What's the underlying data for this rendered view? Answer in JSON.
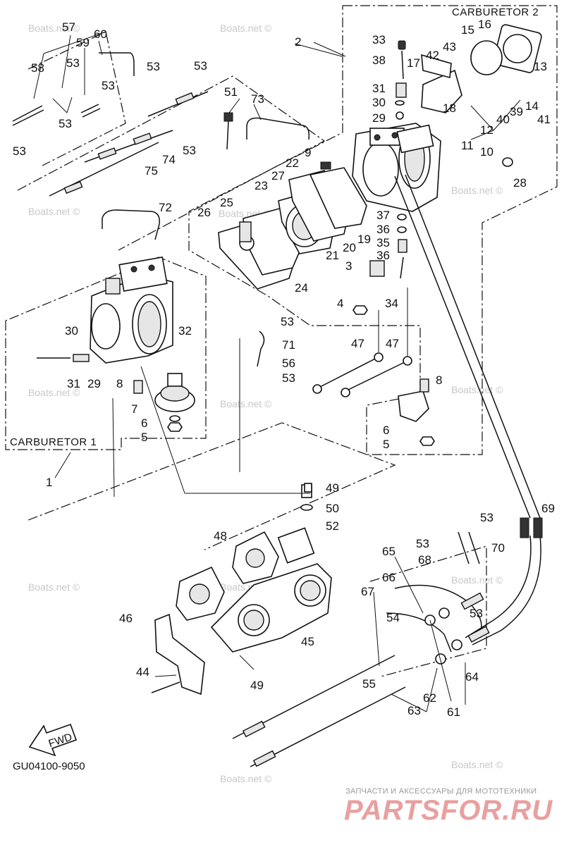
{
  "groups": [
    {
      "ref": "1",
      "label": "CARBURETOR 1"
    },
    {
      "ref": "2",
      "label": "CARBURETOR 2"
    }
  ],
  "callouts": [
    "1",
    "2",
    "3",
    "4",
    "5",
    "5",
    "6",
    "6",
    "7",
    "8",
    "8",
    "9",
    "10",
    "11",
    "12",
    "13",
    "14",
    "15",
    "16",
    "17",
    "18",
    "19",
    "20",
    "21",
    "22",
    "23",
    "24",
    "25",
    "26",
    "27",
    "28",
    "29",
    "29",
    "30",
    "30",
    "31",
    "31",
    "32",
    "33",
    "34",
    "35",
    "36",
    "36",
    "37",
    "38",
    "39",
    "40",
    "41",
    "42",
    "43",
    "44",
    "45",
    "46",
    "47",
    "47",
    "48",
    "49",
    "49",
    "50",
    "51",
    "52",
    "53",
    "53",
    "53",
    "53",
    "53",
    "53",
    "53",
    "53",
    "53",
    "53",
    "53",
    "53",
    "54",
    "55",
    "56",
    "57",
    "58",
    "59",
    "60",
    "61",
    "62",
    "63",
    "64",
    "65",
    "66",
    "67",
    "68",
    "69",
    "70",
    "71",
    "72",
    "73",
    "74",
    "75"
  ],
  "diagram_code": "GU04100-9050",
  "fwd_label": "FWD",
  "watermark": "Boats.net ©",
  "shop": {
    "tagline": "ЗАПЧАСТИ И АКСЕССУАРЫ ДЛЯ МОТОТЕХНИКИ",
    "name": "PARTSFOR.RU"
  }
}
